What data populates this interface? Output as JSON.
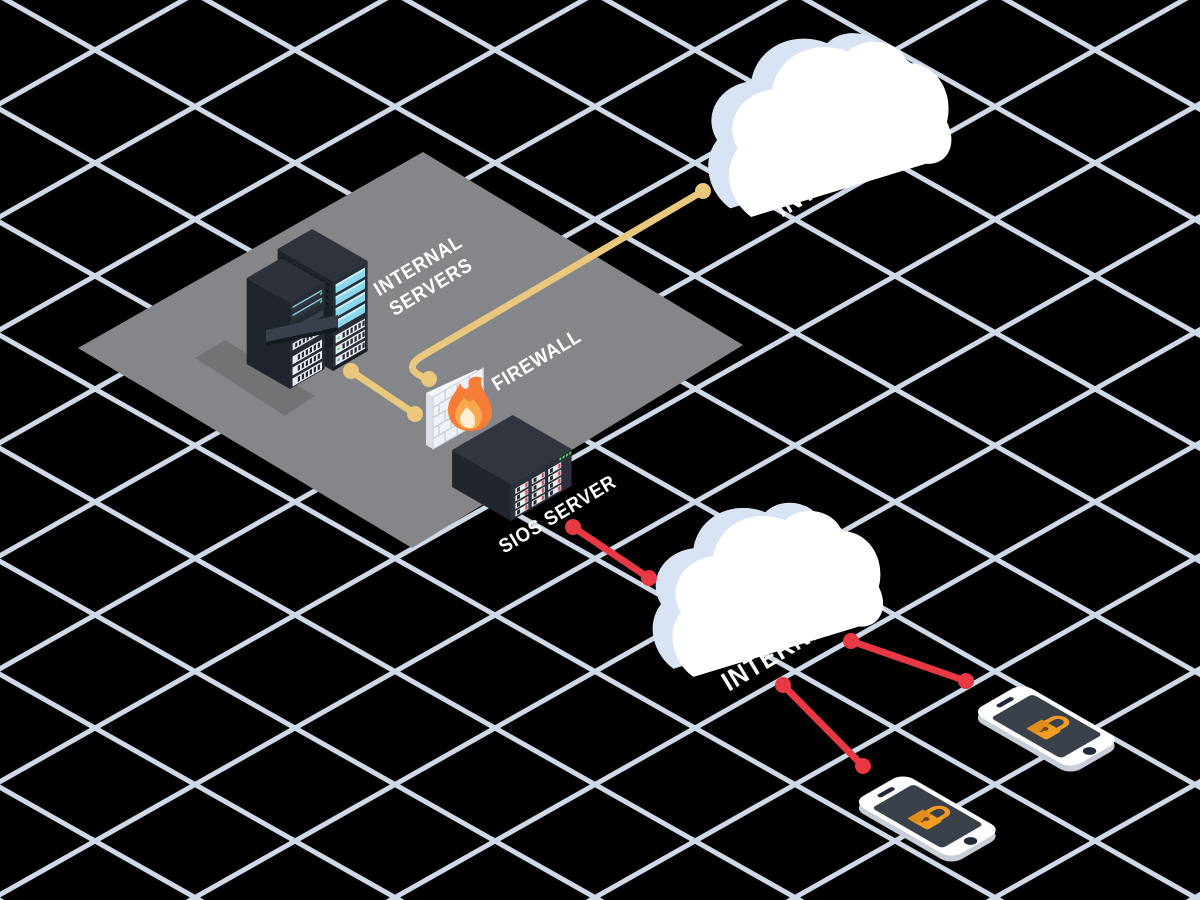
{
  "labels": {
    "internal_servers_line1": "INTERNAL",
    "internal_servers_line2": "SERVERS",
    "firewall": "FIREWALL",
    "sios_server": "SIOS SERVER",
    "internet_top": "INTERNET",
    "internet_bottom": "INTERNET"
  },
  "nodes": [
    {
      "id": "internet-top",
      "label": "INTERNET",
      "type": "cloud"
    },
    {
      "id": "internal-servers",
      "label": "INTERNAL SERVERS",
      "type": "server-racks"
    },
    {
      "id": "firewall",
      "label": "FIREWALL",
      "type": "brick-wall-with-flame"
    },
    {
      "id": "sios-server",
      "label": "SIOS SERVER",
      "type": "rack-server"
    },
    {
      "id": "internet-bottom",
      "label": "INTERNET",
      "type": "cloud"
    },
    {
      "id": "phone-1",
      "label": "",
      "type": "smartphone-with-padlock"
    },
    {
      "id": "phone-2",
      "label": "",
      "type": "smartphone-with-padlock"
    }
  ],
  "connections": [
    {
      "from": "internet-top",
      "to": "firewall",
      "color": "yellow"
    },
    {
      "from": "internal-servers",
      "to": "firewall",
      "color": "yellow"
    },
    {
      "from": "sios-server",
      "to": "internet-bottom",
      "color": "red"
    },
    {
      "from": "internet-bottom",
      "to": "phone-1",
      "color": "red"
    },
    {
      "from": "internet-bottom",
      "to": "phone-2",
      "color": "red"
    }
  ],
  "colors": {
    "background": "#000000",
    "grid": "#cdd9e7",
    "platform": "#848689",
    "yellow_link": "#e9c77c",
    "red_link": "#e73844",
    "cloud_front": "#ffffff",
    "cloud_back": "#d8e4f3",
    "rack_body": "#262b34",
    "screen_bar_cyan": "#8ad6ea",
    "flame_orange": "#f57d38",
    "padlock_orange": "#f19c23"
  }
}
